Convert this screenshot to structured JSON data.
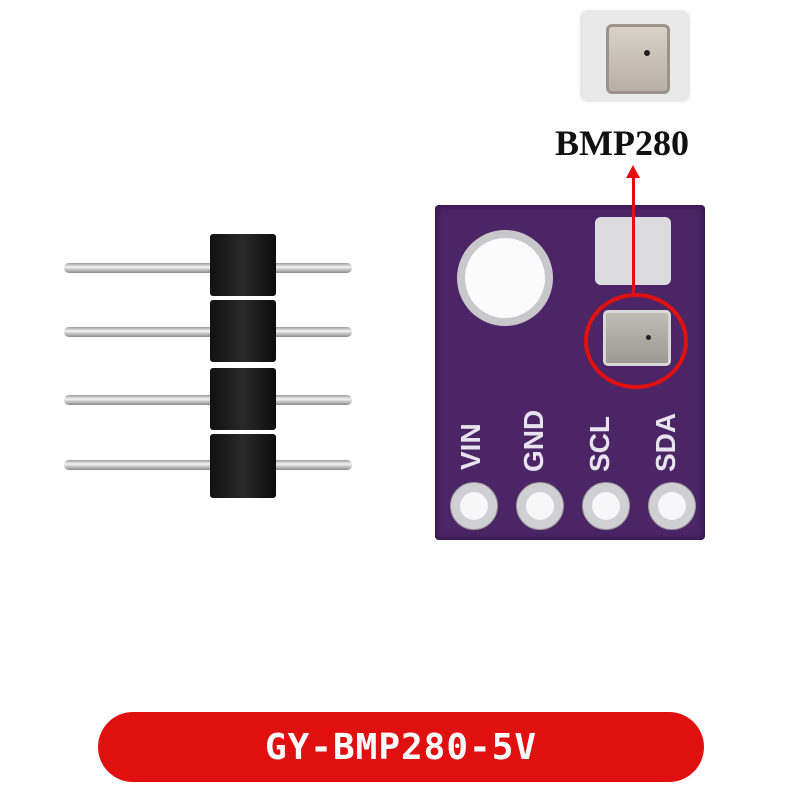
{
  "chip_label": "BMP280",
  "pin_labels": [
    "VIN",
    "GND",
    "SCL",
    "SDA"
  ],
  "banner": "GY-BMP280-5V",
  "colors": {
    "board": "#4b2566",
    "accent_red": "#e01010",
    "banner_text": "#ffffff"
  }
}
